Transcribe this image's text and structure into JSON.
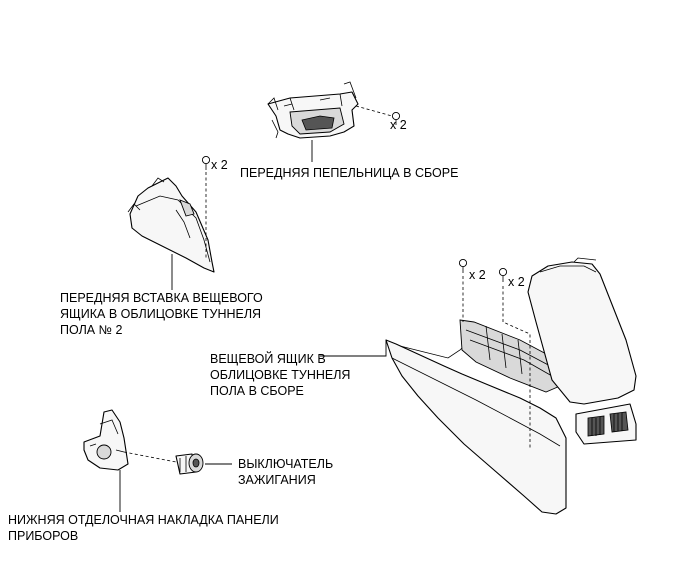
{
  "labels": {
    "ashtray": "ПЕРЕДНЯЯ ПЕПЕЛЬНИЦА В СБОРЕ",
    "front_insert": "ПЕРЕДНЯЯ ВСТАВКА ВЕЩЕВОГО\nЯЩИКА В ОБЛИЦОВКЕ ТУННЕЛЯ\nПОЛА № 2",
    "console_box": "ВЕЩЕВОЙ ЯЩИК В\nОБЛИЦОВКЕ ТУННЕЛЯ\nПОЛА В СБОРЕ",
    "ignition_switch": "ВЫКЛЮЧАТЕЛЬ\nЗАЖИГАНИЯ",
    "lower_panel": "НИЖНЯЯ ОТДЕЛОЧНАЯ НАКЛАДКА ПАНЕЛИ\nПРИБОРОВ"
  },
  "quantities": {
    "ashtray_screws": "x 2",
    "insert_screws": "x 2",
    "console_screws_left": "x 2",
    "console_screws_right": "x 2"
  }
}
